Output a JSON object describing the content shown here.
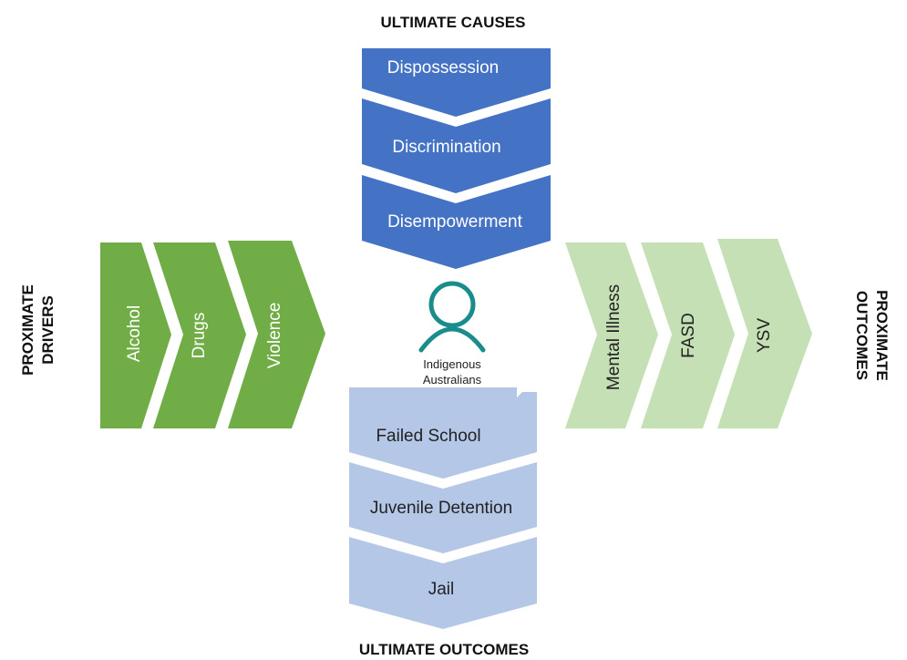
{
  "headings": {
    "ultimate_causes": "ULTIMATE CAUSES",
    "ultimate_outcomes": "ULTIMATE OUTCOMES",
    "proximate_drivers_line1": "PROXIMATE",
    "proximate_drivers_line2": "DRIVERS",
    "proximate_outcomes_line1": "PROXIMATE",
    "proximate_outcomes_line2": "OUTCOMES"
  },
  "ultimate_causes": [
    "Dispossession",
    "Discrimination",
    "Disempowerment"
  ],
  "ultimate_outcomes": [
    "Failed School",
    "Juvenile Detention",
    "Jail"
  ],
  "proximate_drivers": [
    "Alcohol",
    "Drugs",
    "Violence"
  ],
  "proximate_outcomes": [
    "Mental Illness",
    "FASD",
    "YSV"
  ],
  "center": {
    "icon": "person-icon",
    "line1": "Indigenous",
    "line2": "Australians"
  },
  "colors": {
    "causes": "#4472c4",
    "outcomes": "#b4c7e7",
    "drivers": "#70ad47",
    "proximate_outcomes": "#c5e0b4",
    "icon": "#1b8c8c"
  }
}
